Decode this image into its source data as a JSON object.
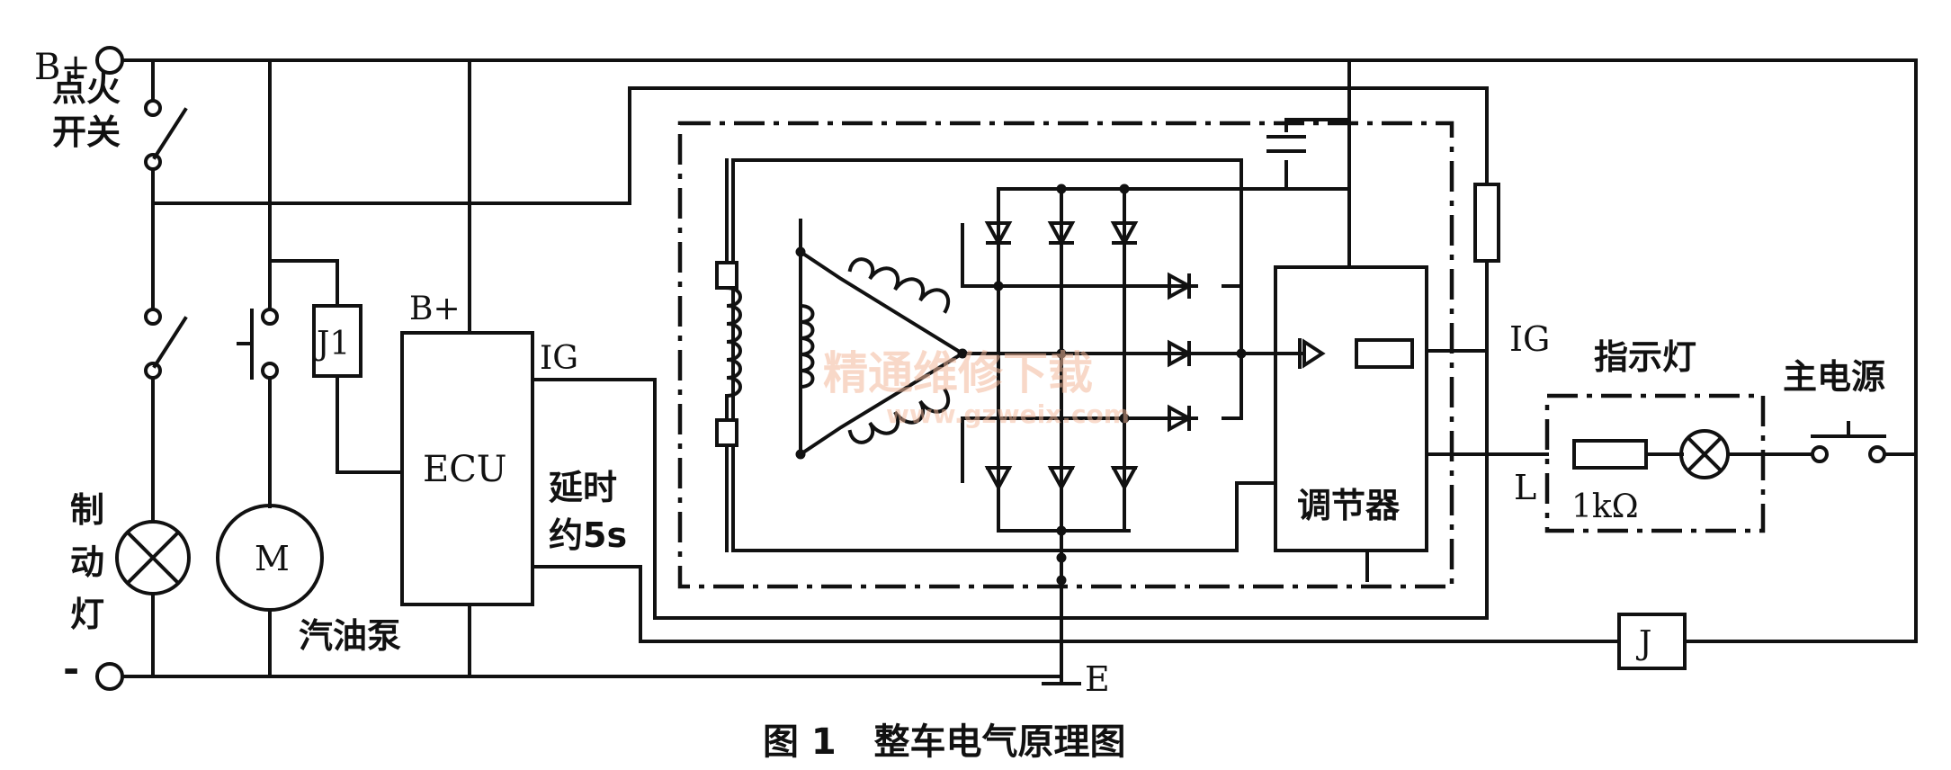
{
  "caption": "图 1   整车电气原理图",
  "labels": {
    "b_plus": "B+",
    "minus": "-",
    "ignition_switch": "点火开关",
    "brake_lamp": "制动灯",
    "fuel_pump": "汽油泵",
    "motor": "M",
    "relay_j1": "J1",
    "ecu": "ECU",
    "ecu_bplus": "B+",
    "ecu_ig": "IG",
    "delay_line1": "延时",
    "delay_line2": "约5s",
    "regulator": "调节器",
    "alt_ig": "IG",
    "alt_l": "L",
    "indicator": "指示灯",
    "resistor": "1kΩ",
    "main_power": "主电源",
    "relay_j": "J",
    "ground_e": "E"
  },
  "watermark": {
    "text": "精通维修下载",
    "url": "www.gzweix.com"
  }
}
